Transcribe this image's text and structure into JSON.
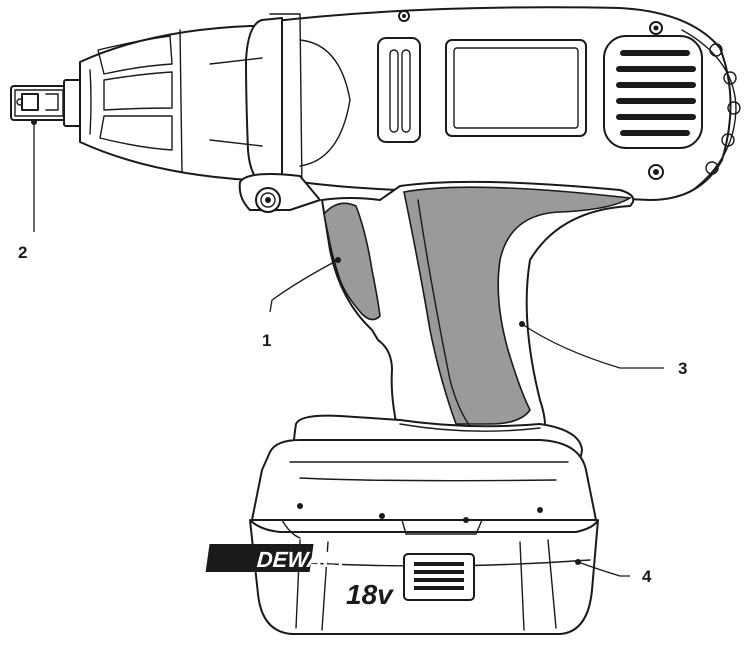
{
  "callouts": [
    {
      "number": "1",
      "part": "trigger-switch"
    },
    {
      "number": "2",
      "part": "anvil"
    },
    {
      "number": "3",
      "part": "handle-grip"
    },
    {
      "number": "4",
      "part": "battery-pack"
    }
  ],
  "battery": {
    "brand": "DEWALT",
    "voltage": "18v"
  },
  "colors": {
    "line": "#1a1a1a",
    "grip": "#9a9a9a",
    "background": "#ffffff"
  }
}
